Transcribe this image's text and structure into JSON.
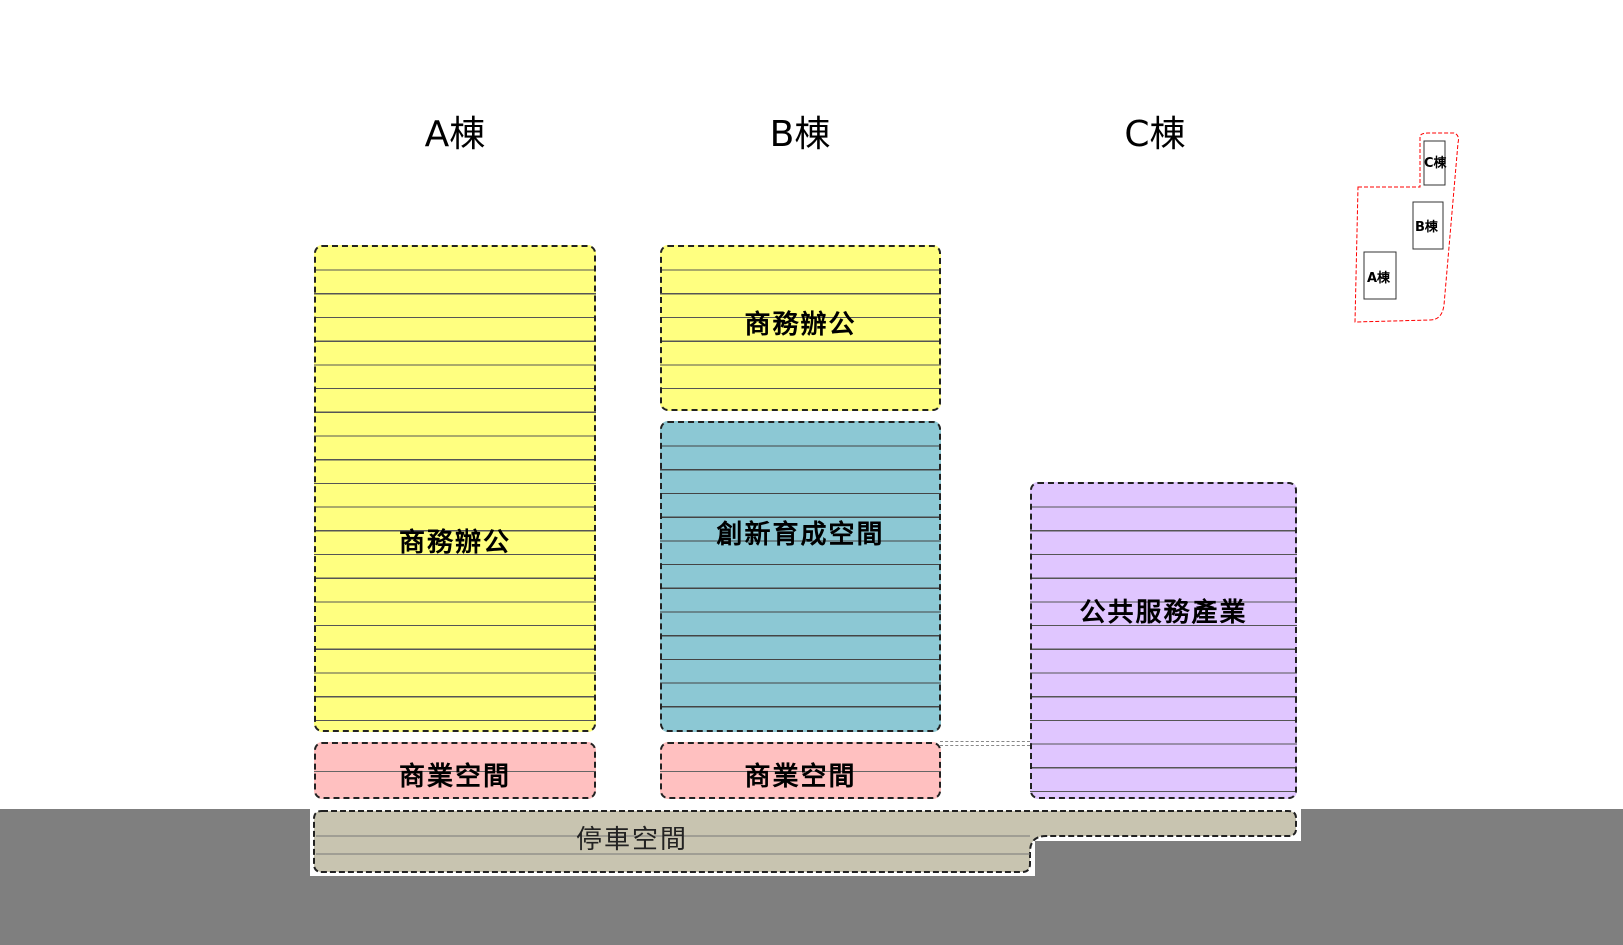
{
  "buildings": {
    "a": {
      "title": "A棟",
      "office_label": "商務辦公",
      "retail_label": "商業空間"
    },
    "b": {
      "title": "B棟",
      "office_label": "商務辦公",
      "innovation_label": "創新育成空間",
      "retail_label": "商業空間"
    },
    "c": {
      "title": "C棟",
      "public_service_label": "公共服務產業"
    }
  },
  "parking": {
    "label": "停車空間"
  },
  "key_plan": {
    "a_label": "A棟",
    "b_label": "B棟",
    "c_label": "C棟"
  },
  "colors": {
    "office": "#ffff80",
    "innovation": "#8cc8d4",
    "public_service": "#e0c6ff",
    "retail": "#ffc0c0",
    "parking": "#c8c4b0",
    "ground": "#7f7f7f",
    "site_boundary": "#ff0000"
  }
}
